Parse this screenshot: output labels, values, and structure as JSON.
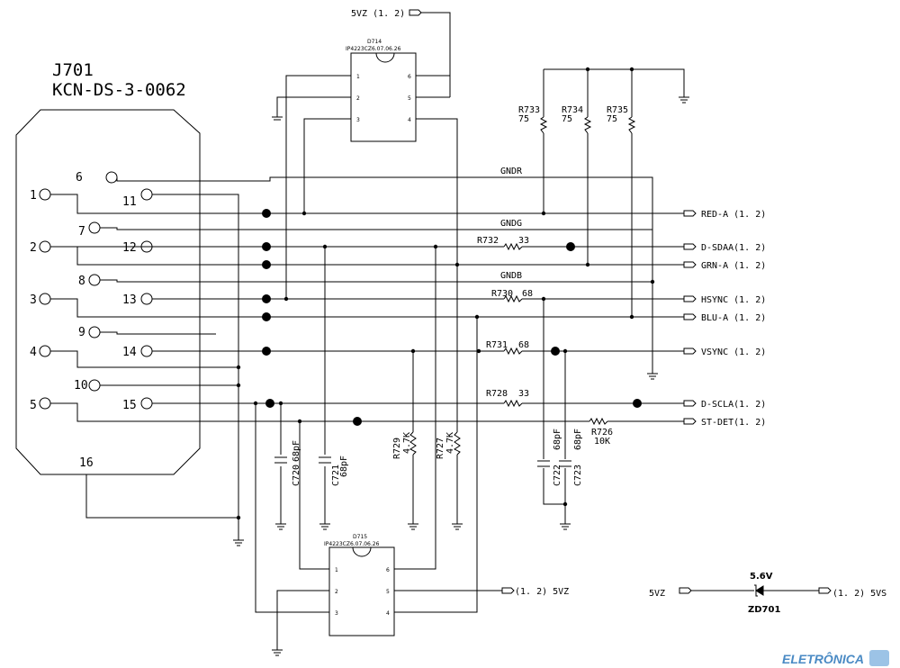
{
  "connector": {
    "ref": "J701",
    "part": "KCN-DS-3-0062",
    "pins": [
      "1",
      "2",
      "3",
      "4",
      "5",
      "6",
      "7",
      "8",
      "9",
      "10",
      "11",
      "12",
      "13",
      "14",
      "15",
      "16"
    ]
  },
  "ic_top": {
    "ref": "D714",
    "part": "IP4223CZ6.07.06.26",
    "pins": [
      "1",
      "2",
      "3",
      "4",
      "5",
      "6"
    ]
  },
  "ic_bottom": {
    "ref": "D715",
    "part": "IP4223CZ6.07.06.26",
    "pins": [
      "1",
      "2",
      "3",
      "4",
      "5",
      "6"
    ]
  },
  "nets": {
    "gndr": "GNDR",
    "gndg": "GNDG",
    "gndb": "GNDB",
    "pwr_top": "5VZ (1. 2)",
    "pwr_bottom": "(1. 2) 5VZ",
    "out_red": "RED-A (1. 2)",
    "out_sdaa": "D-SDAA(1. 2)",
    "out_grn": "GRN-A (1. 2)",
    "out_hsync": "HSYNC (1. 2)",
    "out_blu": "BLU-A (1. 2)",
    "out_vsync": "VSYNC (1. 2)",
    "out_scla": "D-SCLA(1. 2)",
    "out_stdet": "ST-DET(1. 2)"
  },
  "resistors": {
    "r733": {
      "ref": "R733",
      "val": "75"
    },
    "r734": {
      "ref": "R734",
      "val": "75"
    },
    "r735": {
      "ref": "R735",
      "val": "75"
    },
    "r732": {
      "ref": "R732",
      "val": "33"
    },
    "r730": {
      "ref": "R730",
      "val": "68"
    },
    "r731": {
      "ref": "R731",
      "val": "68"
    },
    "r728": {
      "ref": "R728",
      "val": "33"
    },
    "r726": {
      "ref": "R726",
      "val": "10K"
    },
    "r729": {
      "ref": "R729",
      "val": "4.7K"
    },
    "r727": {
      "ref": "R727",
      "val": "4.7K"
    }
  },
  "capacitors": {
    "c720": {
      "ref": "C720",
      "val": "68pF"
    },
    "c721": {
      "ref": "C721",
      "val": "68pF"
    },
    "c722": {
      "ref": "C722",
      "val": "68pF"
    },
    "c723": {
      "ref": "C723",
      "val": "68pF"
    }
  },
  "zener": {
    "ref": "ZD701",
    "val": "5.6V",
    "left": "5VZ",
    "right": "(1. 2) 5VS"
  },
  "watermark": "ELETRÔNICA",
  "colors": {
    "line": "#000000",
    "watermark": "#4a8ac4"
  }
}
